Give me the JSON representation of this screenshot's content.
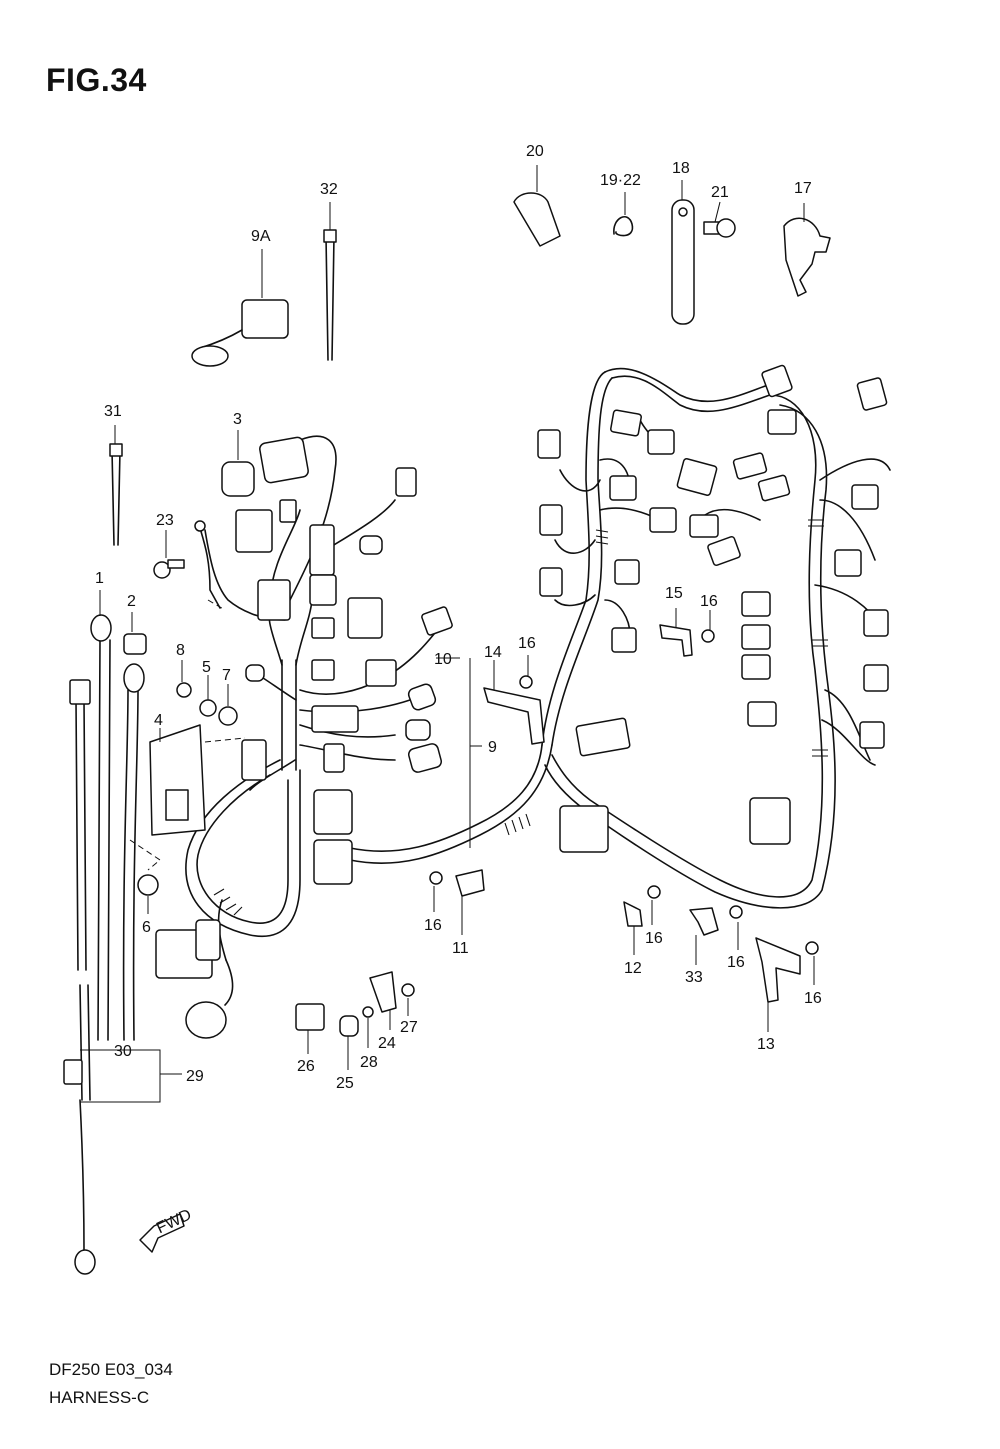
{
  "figure": {
    "title": "FIG.34",
    "model_code": "DF250 E03_034",
    "name": "HARNESS-C"
  },
  "callouts": [
    "1",
    "2",
    "3",
    "4",
    "5",
    "6",
    "7",
    "8",
    "9",
    "9A",
    "10",
    "11",
    "12",
    "13",
    "14",
    "15",
    "16",
    "17",
    "18",
    "19·22",
    "20",
    "21",
    "23",
    "24",
    "25",
    "26",
    "27",
    "28",
    "29",
    "30",
    "31",
    "32",
    "33"
  ],
  "direction_marker": "FWD",
  "colors": {
    "ink": "#111111",
    "paper": "#ffffff"
  }
}
